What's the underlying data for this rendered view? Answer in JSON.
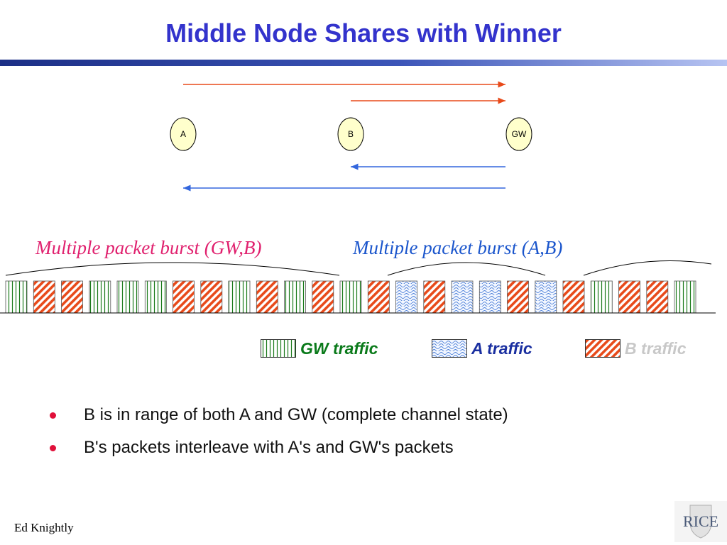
{
  "title": "Middle Node Shares with Winner",
  "nodes": [
    {
      "id": "A",
      "label": "A"
    },
    {
      "id": "B",
      "label": "B"
    },
    {
      "id": "GW",
      "label": "GW"
    }
  ],
  "bursts": {
    "gw_b": "Multiple packet burst (GW,B)",
    "a_b": "Multiple packet burst (A,B)"
  },
  "packet_sequence": [
    "GW",
    "B",
    "B",
    "GW",
    "GW",
    "GW",
    "B",
    "B",
    "GW",
    "B",
    "GW",
    "B",
    "GW",
    "B",
    "A",
    "B",
    "A",
    "A",
    "B",
    "A",
    "B",
    "GW",
    "B",
    "B",
    "GW"
  ],
  "legend": [
    {
      "key": "GW",
      "label": "GW traffic",
      "color": "#0a7a1a"
    },
    {
      "key": "A",
      "label": "A traffic",
      "color": "#1a2fa0"
    },
    {
      "key": "B",
      "label": "B traffic",
      "color": "#c8c8c8"
    }
  ],
  "bullets": [
    "B is in range of both A and GW (complete channel state)",
    "B's packets interleave with A's and GW's packets"
  ],
  "footer": "Ed Knightly",
  "logo_text": "RICE",
  "colors": {
    "title": "#3333cc",
    "uplink_arrow": "#e84a1a",
    "downlink_arrow": "#3366dd",
    "node_fill": "#ffffcc",
    "gw_stripe": "#1a7a1a",
    "b_hatch": "#e84a1a",
    "a_pattern": "#4a7ed8",
    "burst_gw_text": "#e0206e",
    "burst_a_text": "#1a55cc",
    "bullet": "#e0103a"
  }
}
